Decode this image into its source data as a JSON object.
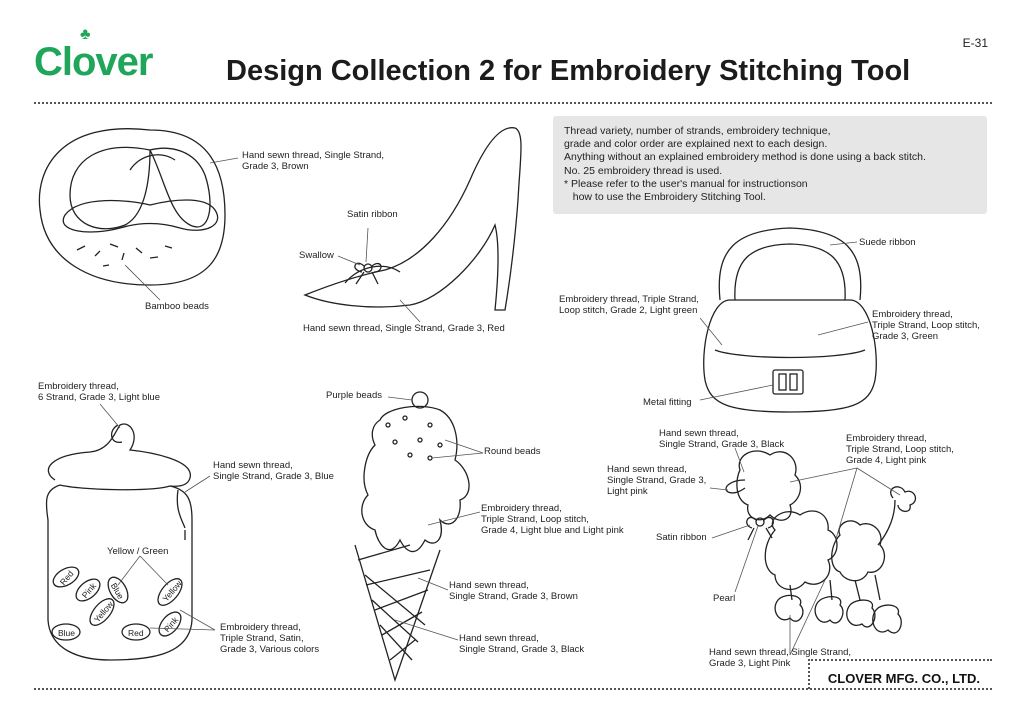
{
  "header": {
    "logo_text": "Clover",
    "page_code": "E-31",
    "title": "Design Collection 2 for Embroidery Stitching Tool"
  },
  "note_lines": [
    "Thread variety, number of strands, embroidery technique,",
    "grade and color order are explained next to each design.",
    "Anything without an explained embroidery method is done using a back stitch.",
    "No. 25 embroidery thread is used.",
    "* Please refer to the user's manual for instructionson",
    "   how to use the Embroidery Stitching Tool."
  ],
  "pretzel": {
    "label_thread": "Hand sewn thread, Single Strand,\nGrade 3, Brown",
    "label_beads": "Bamboo beads"
  },
  "shoe": {
    "label_satin": "Satin ribbon",
    "label_swallow": "Swallow",
    "label_thread": "Hand sewn thread, Single Strand, Grade 3, Red"
  },
  "bag": {
    "label_suede": "Suede ribbon",
    "label_left": "Embroidery thread, Triple Strand,\nLoop stitch, Grade 2, Light green",
    "label_right": "Embroidery thread,\nTriple Strand, Loop stitch,\nGrade 3, Green",
    "label_metal": "Metal fitting"
  },
  "jar": {
    "label_lid": "Embroidery thread,\n6 Strand, Grade 3, Light blue",
    "label_glass": "Hand sewn thread,\nSingle Strand, Grade 3, Blue",
    "label_yg": "Yellow / Green",
    "label_candy": "Embroidery thread,\nTriple Strand, Satin,\nGrade 3, Various colors",
    "seeds": [
      "Red",
      "Pink",
      "Blue",
      "Yellow",
      "Yellow",
      "Blue",
      "Red",
      "Pink"
    ]
  },
  "icecream": {
    "label_purple": "Purple beads",
    "label_round": "Round beads",
    "label_cream": "Embroidery thread,\nTriple Strand, Loop stitch,\nGrade 4, Light blue and Light pink",
    "label_brown": "Hand sewn thread,\nSingle Strand, Grade 3, Brown",
    "label_black": "Hand sewn thread,\nSingle Strand, Grade 3, Black"
  },
  "poodle": {
    "label_black": "Hand sewn thread,\nSingle Strand, Grade 3, Black",
    "label_pinkface": "Hand sewn thread,\nSingle Strand, Grade 3,\nLight pink",
    "label_satin": "Satin ribbon",
    "label_pearl": "Pearl",
    "label_loop": "Embroidery thread,\nTriple Strand, Loop stitch,\nGrade 4, Light pink",
    "label_legs": "Hand sewn thread, Single Strand,\nGrade 3, Light Pink"
  },
  "footer": {
    "company": "CLOVER MFG. CO., LTD."
  }
}
